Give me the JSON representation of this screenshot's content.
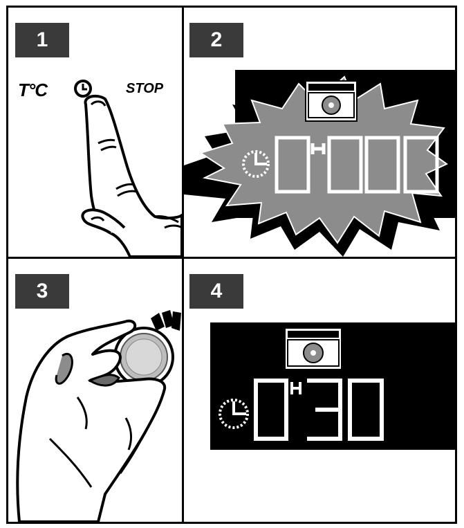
{
  "steps": [
    {
      "number": "1",
      "controls": {
        "temp": "T°C",
        "stop": "STOP"
      }
    },
    {
      "number": "2"
    },
    {
      "number": "3"
    },
    {
      "number": "4",
      "display": {
        "hours": "0",
        "unit": "H",
        "minutes": "30"
      }
    }
  ],
  "colors": {
    "badge": "#3a3a3a",
    "display_bg": "#000000",
    "flash": "#8c8c8c",
    "segment": "#ffffff"
  },
  "icons": [
    "clock-icon",
    "dishwasher-icon",
    "finger-press-icon",
    "hand-knob-icon"
  ]
}
